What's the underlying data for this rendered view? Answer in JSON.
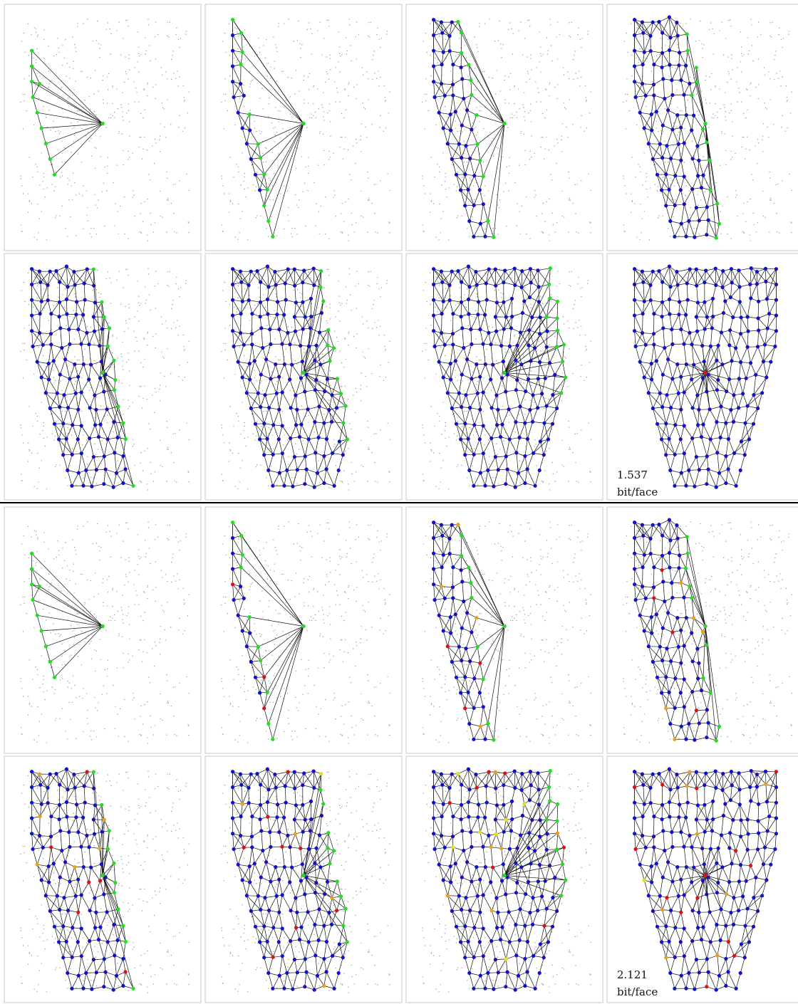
{
  "colors": {
    "visited": "#1010c8",
    "frontier": "#22dd22",
    "active": "#dd1111",
    "cost_low": "#e8a020",
    "cost_mid": "#e0e020",
    "edge": "#111111",
    "unprocessed": "#9a9a9a"
  },
  "groups": [
    {
      "name": "top",
      "annotation": {
        "value": "1.537",
        "unit": "bit/face"
      },
      "frames": [
        {
          "step": 1,
          "progress": 0.05
        },
        {
          "step": 2,
          "progress": 0.13
        },
        {
          "step": 3,
          "progress": 0.3
        },
        {
          "step": 4,
          "progress": 0.5
        },
        {
          "step": 5,
          "progress": 0.62
        },
        {
          "step": 6,
          "progress": 0.78
        },
        {
          "step": 7,
          "progress": 0.93
        },
        {
          "step": 8,
          "progress": 1.0
        }
      ]
    },
    {
      "name": "bottom",
      "annotation": {
        "value": "2.121",
        "unit": "bit/face"
      },
      "frames": [
        {
          "step": 1,
          "progress": 0.05
        },
        {
          "step": 2,
          "progress": 0.13
        },
        {
          "step": 3,
          "progress": 0.3
        },
        {
          "step": 4,
          "progress": 0.48
        },
        {
          "step": 5,
          "progress": 0.62
        },
        {
          "step": 6,
          "progress": 0.78
        },
        {
          "step": 7,
          "progress": 0.93
        },
        {
          "step": 8,
          "progress": 1.0
        }
      ]
    }
  ]
}
